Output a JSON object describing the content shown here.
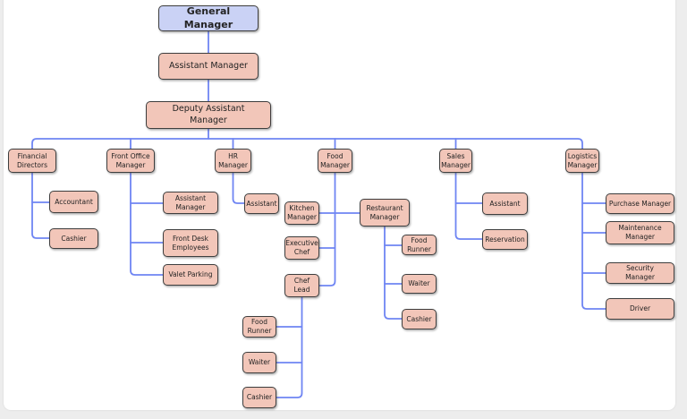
{
  "app": {
    "view": "organization-chart"
  },
  "theme": {
    "canvas_background": "#ffffff",
    "frame_background": "#ededed",
    "connector_color": "#6f85f3",
    "node_fill": "#f2c6b9",
    "root_node_fill": "#cad2f5",
    "node_border": "#3e3e3e",
    "text_color": "#232323"
  },
  "org": {
    "nodes": [
      {
        "id": "general-manager",
        "label": "General Manager",
        "reports_to": null
      },
      {
        "id": "assistant-manager",
        "label": "Assistant Manager",
        "reports_to": "general-manager"
      },
      {
        "id": "deputy-assistant-manager",
        "label": "Deputy Assistant\nManager",
        "reports_to": "assistant-manager"
      },
      {
        "id": "financial-directors",
        "label": "Financial\nDirectors",
        "reports_to": "deputy-assistant-manager"
      },
      {
        "id": "front-office-manager",
        "label": "Front Office\nManager",
        "reports_to": "deputy-assistant-manager"
      },
      {
        "id": "hr-manager",
        "label": "HR\nManager",
        "reports_to": "deputy-assistant-manager"
      },
      {
        "id": "food-manager",
        "label": "Food\nManager",
        "reports_to": "deputy-assistant-manager"
      },
      {
        "id": "sales-manager",
        "label": "Sales\nManager",
        "reports_to": "deputy-assistant-manager"
      },
      {
        "id": "logistics-manager",
        "label": "Logistics\nManager",
        "reports_to": "deputy-assistant-manager"
      },
      {
        "id": "accountant",
        "label": "Accountant",
        "reports_to": "financial-directors"
      },
      {
        "id": "finance-cashier",
        "label": "Cashier",
        "reports_to": "financial-directors"
      },
      {
        "id": "fo-assistant-manager",
        "label": "Assistant\nManager",
        "reports_to": "front-office-manager"
      },
      {
        "id": "front-desk-employees",
        "label": "Front Desk\nEmployees",
        "reports_to": "front-office-manager"
      },
      {
        "id": "valet-parking",
        "label": "Valet Parking",
        "reports_to": "front-office-manager"
      },
      {
        "id": "hr-assistant",
        "label": "Assistant",
        "reports_to": "hr-manager"
      },
      {
        "id": "kitchen-manager",
        "label": "Kitchen\nManager",
        "reports_to": "food-manager"
      },
      {
        "id": "restaurant-manager",
        "label": "Restaurant\nManager",
        "reports_to": "food-manager"
      },
      {
        "id": "executive-chef",
        "label": "Executive\nChef",
        "reports_to": "food-manager"
      },
      {
        "id": "chef-lead",
        "label": "Chef\nLead",
        "reports_to": "food-manager"
      },
      {
        "id": "rm-food-runner",
        "label": "Food\nRunner",
        "reports_to": "restaurant-manager"
      },
      {
        "id": "rm-waiter",
        "label": "Waiter",
        "reports_to": "restaurant-manager"
      },
      {
        "id": "rm-cashier",
        "label": "Cashier",
        "reports_to": "restaurant-manager"
      },
      {
        "id": "cl-food-runner",
        "label": "Food\nRunner",
        "reports_to": "chef-lead"
      },
      {
        "id": "cl-waiter",
        "label": "Waiter",
        "reports_to": "chef-lead"
      },
      {
        "id": "cl-cashier",
        "label": "Cashier",
        "reports_to": "chef-lead"
      },
      {
        "id": "sales-assistant",
        "label": "Assistant",
        "reports_to": "sales-manager"
      },
      {
        "id": "reservation",
        "label": "Reservation",
        "reports_to": "sales-manager"
      },
      {
        "id": "purchase-manager",
        "label": "Purchase Manager",
        "reports_to": "logistics-manager"
      },
      {
        "id": "maintenance-manager",
        "label": "Maintenance\nManager",
        "reports_to": "logistics-manager"
      },
      {
        "id": "security-manager",
        "label": "Security\nManager",
        "reports_to": "logistics-manager"
      },
      {
        "id": "driver",
        "label": "Driver",
        "reports_to": "logistics-manager"
      }
    ]
  }
}
